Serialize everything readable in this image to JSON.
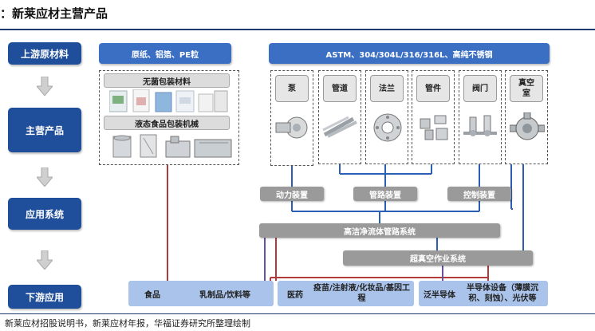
{
  "title": "：新莱应材主营产品",
  "source": "新莱应材招股说明书，新莱应材年报，华福证券研究所整理绘制",
  "left_stages": [
    "上游原材料",
    "主营产品",
    "应用系统",
    "下游应用"
  ],
  "upstream": {
    "materials_a": "原纸、铝箔、PE粒",
    "materials_b": "ASTM、304/304L/316/316L、高纯不锈钢"
  },
  "food_group": {
    "label_aseptic": "无菌包装材料",
    "label_machinery": "液态食品包装机械"
  },
  "equipment": [
    "泵",
    "管道",
    "法兰",
    "管件",
    "阀门",
    "真空室"
  ],
  "devices": [
    "动力装置",
    "管路装置",
    "控制装置"
  ],
  "systems": [
    "高洁净流体管路系统",
    "超真空作业系统"
  ],
  "downstream": [
    {
      "name": "食品",
      "detail": "乳制品/饮料等"
    },
    {
      "name": "医药",
      "detail": "疫苗/注射液/化妆品/基因工程"
    },
    {
      "name": "泛半导体",
      "detail": "半导体设备（薄膜沉积、刻蚀）、光伏等"
    }
  ],
  "colors": {
    "dark_blue": "#1f4e9a",
    "mid_blue": "#3b6fc4",
    "light_blue": "#a9c3ea",
    "red_line": "#b33a3a",
    "blue_line": "#2a5fb5",
    "purple_line": "#6b4fa0"
  }
}
